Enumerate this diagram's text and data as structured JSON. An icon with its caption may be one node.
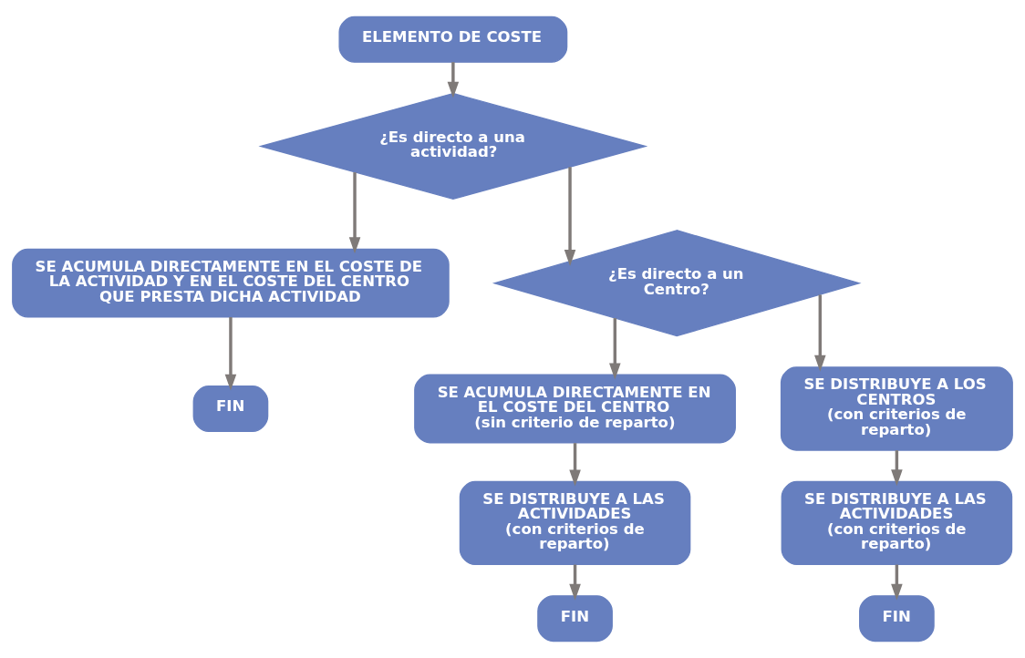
{
  "diagram": {
    "nodes": [
      {
        "text": [
          "ELEMENTO DE COSTE"
        ]
      },
      {
        "text": [
          "¿Es directo a una actividad?"
        ]
      },
      {
        "text": [
          "SE ACUMULA DIRECTAMENTE EN EL COSTE DE LA ACTIVIDAD Y EN EL COSTE DEL CENTRO QUE PRESTA DICHA ACTIVIDAD"
        ]
      },
      {
        "text": [
          "¿Es directo a un Centro?"
        ]
      },
      {
        "text": [
          "FIN"
        ]
      },
      {
        "text": [
          "SE ACUMULA DIRECTAMENTE EN EL COSTE DEL CENTRO",
          "(sin criterio de reparto)"
        ]
      },
      {
        "text": [
          "SE DISTRIBUYE A LOS CENTROS",
          "(con criterios de reparto)"
        ]
      },
      {
        "text": [
          "SE DISTRIBUYE A LAS ACTIVIDADES",
          "(con criterios de reparto)"
        ]
      },
      {
        "text": [
          "SE DISTRIBUYE A LAS ACTIVIDADES",
          "(con criterios de reparto)"
        ]
      },
      {
        "text": [
          "FIN"
        ]
      },
      {
        "text": [
          "FIN"
        ]
      }
    ],
    "edges": [
      {
        "from": 0,
        "to": 1,
        "arrow": "to"
      },
      {
        "from": 1,
        "to": 2,
        "arrow": "to"
      },
      {
        "from": 1,
        "to": 3,
        "arrow": "to"
      },
      {
        "from": 2,
        "to": 4,
        "arrow": "to"
      },
      {
        "from": 3,
        "to": 5,
        "arrow": "to"
      },
      {
        "from": 3,
        "to": 6,
        "arrow": "to"
      },
      {
        "from": 5,
        "to": 7,
        "arrow": "to"
      },
      {
        "from": 6,
        "to": 8,
        "arrow": "to"
      },
      {
        "from": 7,
        "to": 9,
        "arrow": "to"
      },
      {
        "from": 8,
        "to": 10,
        "arrow": "to"
      }
    ]
  }
}
